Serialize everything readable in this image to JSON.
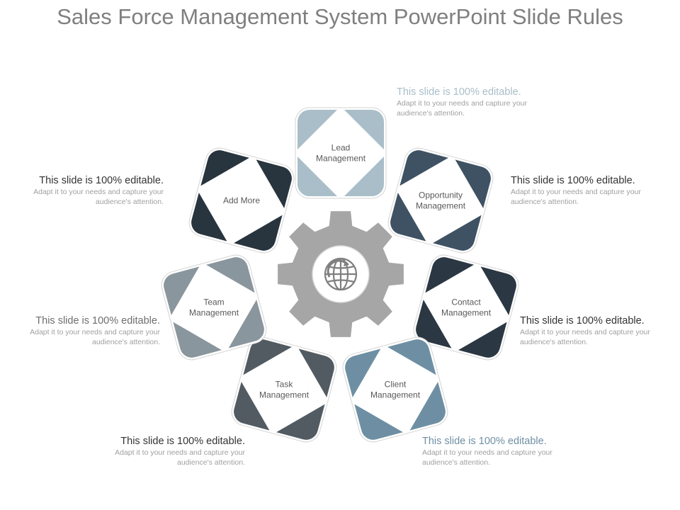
{
  "title": "Sales Force Management System PowerPoint Slide Rules",
  "center": {
    "icon": "globe-icon",
    "gear_color": "#a6a6a6"
  },
  "nodes": [
    {
      "id": "lead",
      "lines": [
        "Lead",
        "Management"
      ],
      "color": "#a9bec8"
    },
    {
      "id": "opportunity",
      "lines": [
        "Opportunity",
        "Management"
      ],
      "color": "#3e5263"
    },
    {
      "id": "contact",
      "lines": [
        "Contact",
        "Management"
      ],
      "color": "#2b3742"
    },
    {
      "id": "client",
      "lines": [
        "Client",
        "Management"
      ],
      "color": "#6e8fa3"
    },
    {
      "id": "task",
      "lines": [
        "Task",
        "Management"
      ],
      "color": "#525b62"
    },
    {
      "id": "team",
      "lines": [
        "Team",
        "Management"
      ],
      "color": "#8a969d"
    },
    {
      "id": "addmore",
      "lines": [
        "Add More"
      ],
      "color": "#28343e"
    }
  ],
  "callouts": [
    {
      "id": "top",
      "heading": "This slide is 100% editable.",
      "body": "Adapt it to your needs and capture your audience's attention.",
      "heading_color": "#a9bec8"
    },
    {
      "id": "right-upper",
      "heading": "This slide is 100% editable.",
      "body": "Adapt it to your needs and capture your audience's attention.",
      "heading_color": "#333333"
    },
    {
      "id": "right-lower",
      "heading": "This slide is 100% editable.",
      "body": "Adapt it to your needs and capture your audience's attention.",
      "heading_color": "#333333"
    },
    {
      "id": "bottom-right",
      "heading": "This slide is 100% editable.",
      "body": "Adapt it to your needs and capture your audience's attention.",
      "heading_color": "#6e8fa3"
    },
    {
      "id": "bottom-left",
      "heading": "This slide is 100% editable.",
      "body": "Adapt it to your needs and capture your audience's attention.",
      "heading_color": "#333333"
    },
    {
      "id": "left-lower",
      "heading": "This slide is 100% editable.",
      "body": "Adapt it to your needs and capture your audience's attention.",
      "heading_color": "#6e6e6e"
    },
    {
      "id": "left-upper",
      "heading": "This slide is 100% editable.",
      "body": "Adapt it to your needs and capture your audience's attention.",
      "heading_color": "#333333"
    }
  ]
}
